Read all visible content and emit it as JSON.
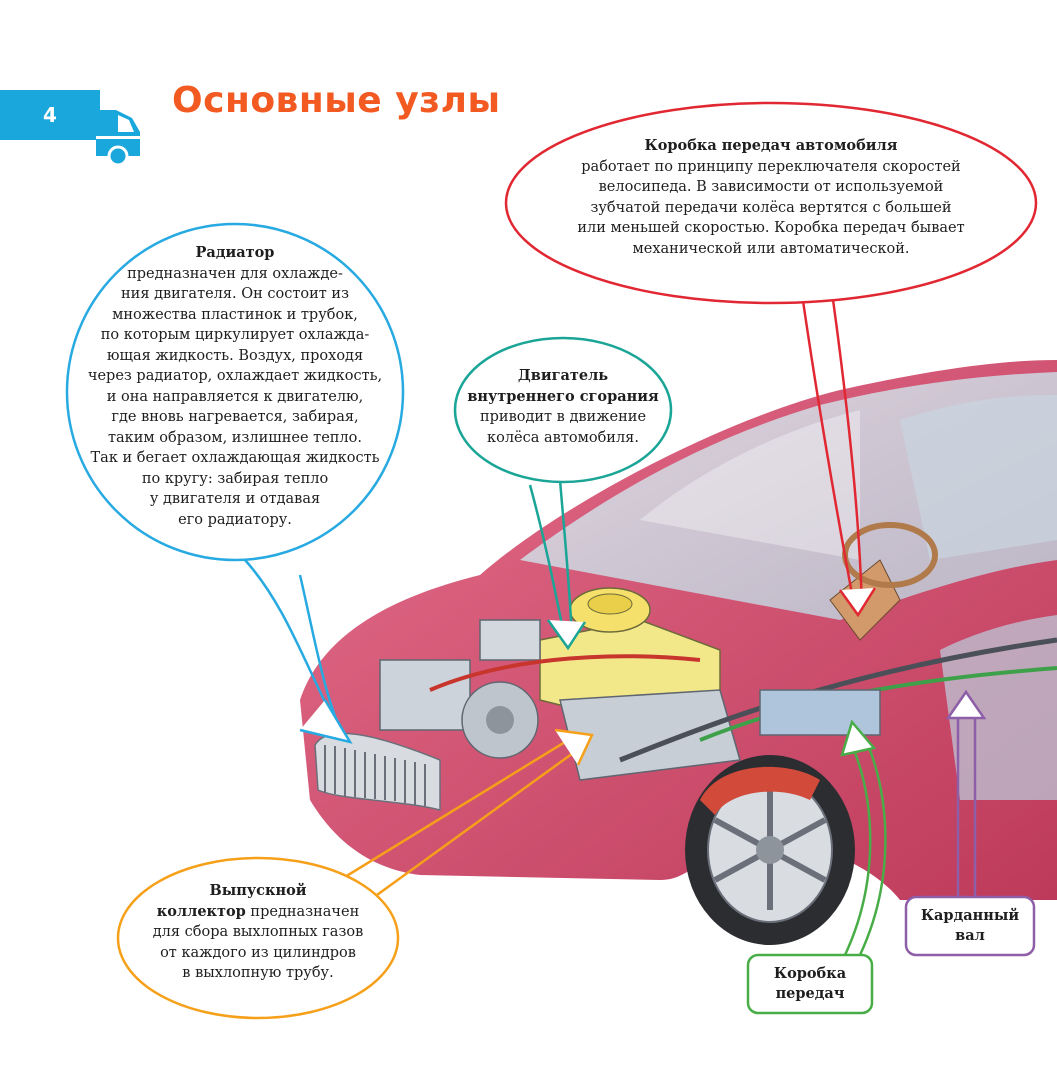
{
  "page": {
    "number": "4",
    "title": "Основные узлы"
  },
  "radiator": {
    "title": "Радиатор",
    "lines": [
      "предназначен для охлажде-",
      "ния двигателя. Он состоит из",
      "множества пластинок и трубок,",
      "по которым циркулирует охлажда-",
      "ющая жидкость. Воздух, проходя",
      "через радиатор, охлаждает жидкость,",
      "и она направляется к двигателю,",
      "где вновь нагревается, забирая,",
      "таким образом, излишнее тепло.",
      "Так и бегает охлаждающая жидкость",
      "по кругу: забирая тепло",
      "у двигателя и отдавая",
      "его радиатору."
    ]
  },
  "engine": {
    "title_line1": "Двигатель",
    "title_line2": "внутреннего сгорания",
    "lines": [
      "приводит в движение",
      "колёса автомобиля."
    ]
  },
  "gearbox_car": {
    "title": "Коробка передач автомобиля",
    "lines": [
      "работает по принципу переключателя скоростей",
      "велосипеда. В зависимости от используемой",
      "зубчатой передачи колёса вертятся с большей",
      "или меньшей скоростью. Коробка передач бывает",
      "механической или автоматической."
    ]
  },
  "exhaust": {
    "title": "Выпускной",
    "title2": "коллектор",
    "line1_rest": " предназначен",
    "lines": [
      "для сбора выхлопных газов",
      "от каждого из цилиндров",
      "в выхлопную трубу."
    ]
  },
  "cardan": {
    "line1": "Карданный",
    "line2": "вал"
  },
  "gearbox": {
    "line1": "Коробка",
    "line2": "передач"
  },
  "colors": {
    "tab": "#1aa7dc",
    "title": "#f25a22",
    "radiator": "#27a9e1",
    "engine": "#1aa597",
    "gearbox_car": "#e12832",
    "exhaust": "#f6a01a",
    "cardan": "#8e5ea8",
    "gearbox": "#49ad47"
  }
}
